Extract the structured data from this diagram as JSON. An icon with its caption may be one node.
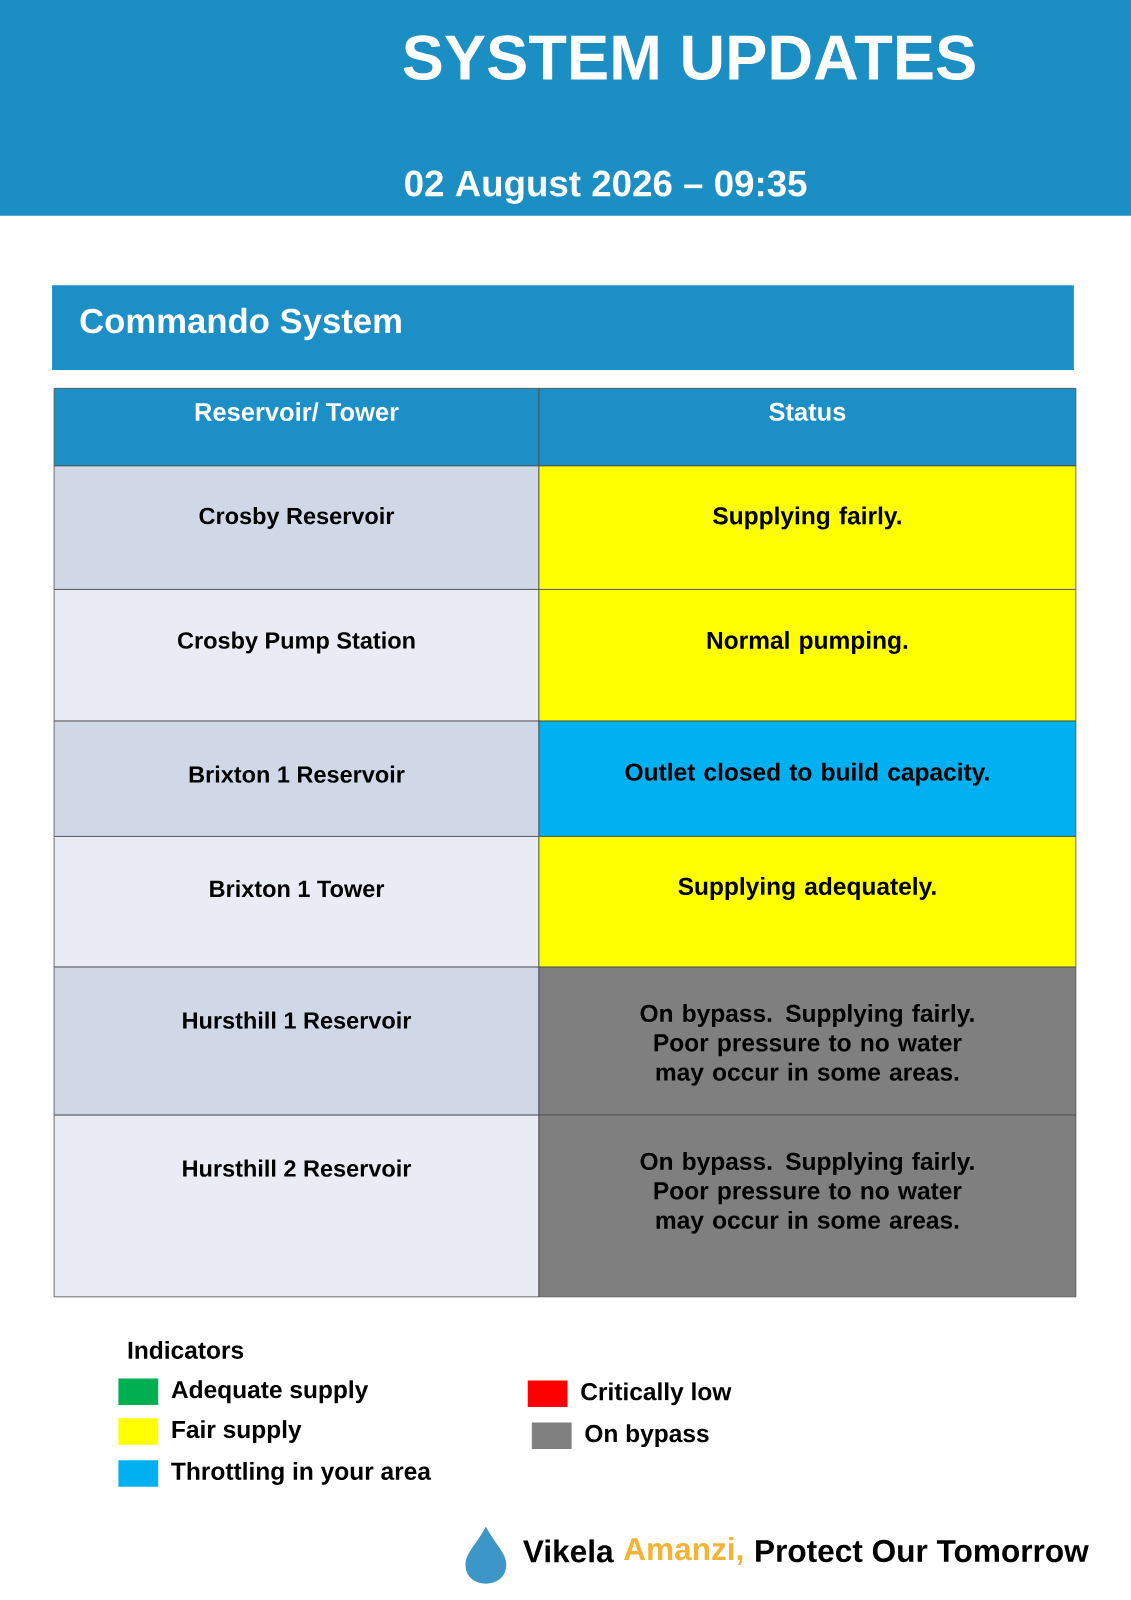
{
  "diagram": {
    "title": "SYSTEM UPDATES",
    "labels": [
      "02 August 2026 – 09:35",
      "Commando System",
      "Reservoir/ Tower",
      "Status",
      "Crosby Reservoir",
      "Supplying fairly.",
      "Crosby Pump Station",
      "Normal pumping.",
      "Brixton 1 Reservoir",
      "Outlet closed to build capacity.",
      "Brixton 1 Tower",
      "Supplying adequately.",
      "Hursthill 1 Reservoir",
      "On bypass. Supplying fairly. Poor pressure to no water may occur in some areas.",
      "Hursthill 2 Reservoir",
      "On bypass. Supplying fairly. Poor pressure to no water may occur in some areas.",
      "Indicators",
      "Vikela",
      "Amanzi,",
      "Protect Our Tomorrow"
    ],
    "legend": [
      {
        "text": "Adequate supply",
        "color": "#00b050"
      },
      {
        "text": "Fair supply",
        "color": "#ffff00"
      },
      {
        "text": "Throttling in your area",
        "color": "#00b0f0"
      },
      {
        "text": "Critically low",
        "color": "#ff0000"
      },
      {
        "text": "On bypass",
        "color": "#808080"
      }
    ]
  }
}
